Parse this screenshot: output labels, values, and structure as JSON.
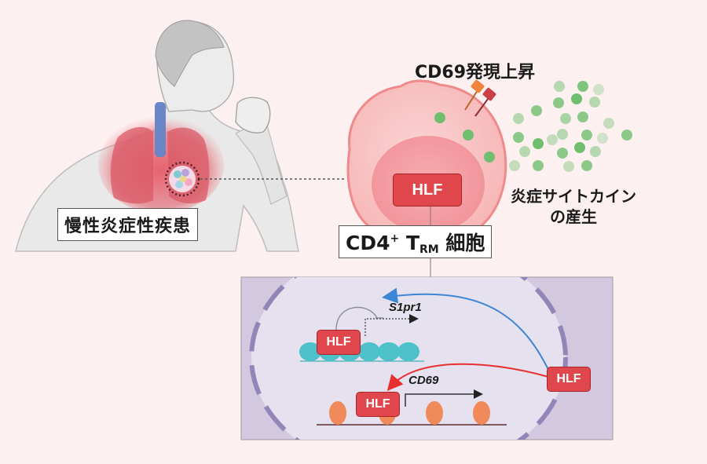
{
  "disease": {
    "label": "慢性炎症性疾患"
  },
  "cell": {
    "label_main": "CD4",
    "label_sup": "+",
    "label_t": " T",
    "label_sub": "RM",
    "label_suffix": " 細胞",
    "nucleus_factor": "HLF"
  },
  "surface": {
    "title": "CD69発現上昇",
    "receptor_colors": [
      "#f0843c",
      "#c94046"
    ]
  },
  "cytokine": {
    "line1": "炎症サイトカイン",
    "line2": "の産生",
    "color": "#6fbf6f"
  },
  "nucleus_panel": {
    "genes": {
      "s1pr1": "S1pr1",
      "cd69": "CD69"
    },
    "factors": {
      "s1pr1_bound": "HLF",
      "cd69_bound": "HLF",
      "incoming": "HLF"
    },
    "arrows": {
      "to_s1pr1_color": "#3b86d6",
      "to_cd69_color": "#e8302f"
    }
  },
  "colors": {
    "background": "#fdf0f0",
    "hlf": "#e0474c",
    "panel": "#d2c9e0",
    "nucleus": "#e6e1ee",
    "envelope": "#9385b8"
  }
}
